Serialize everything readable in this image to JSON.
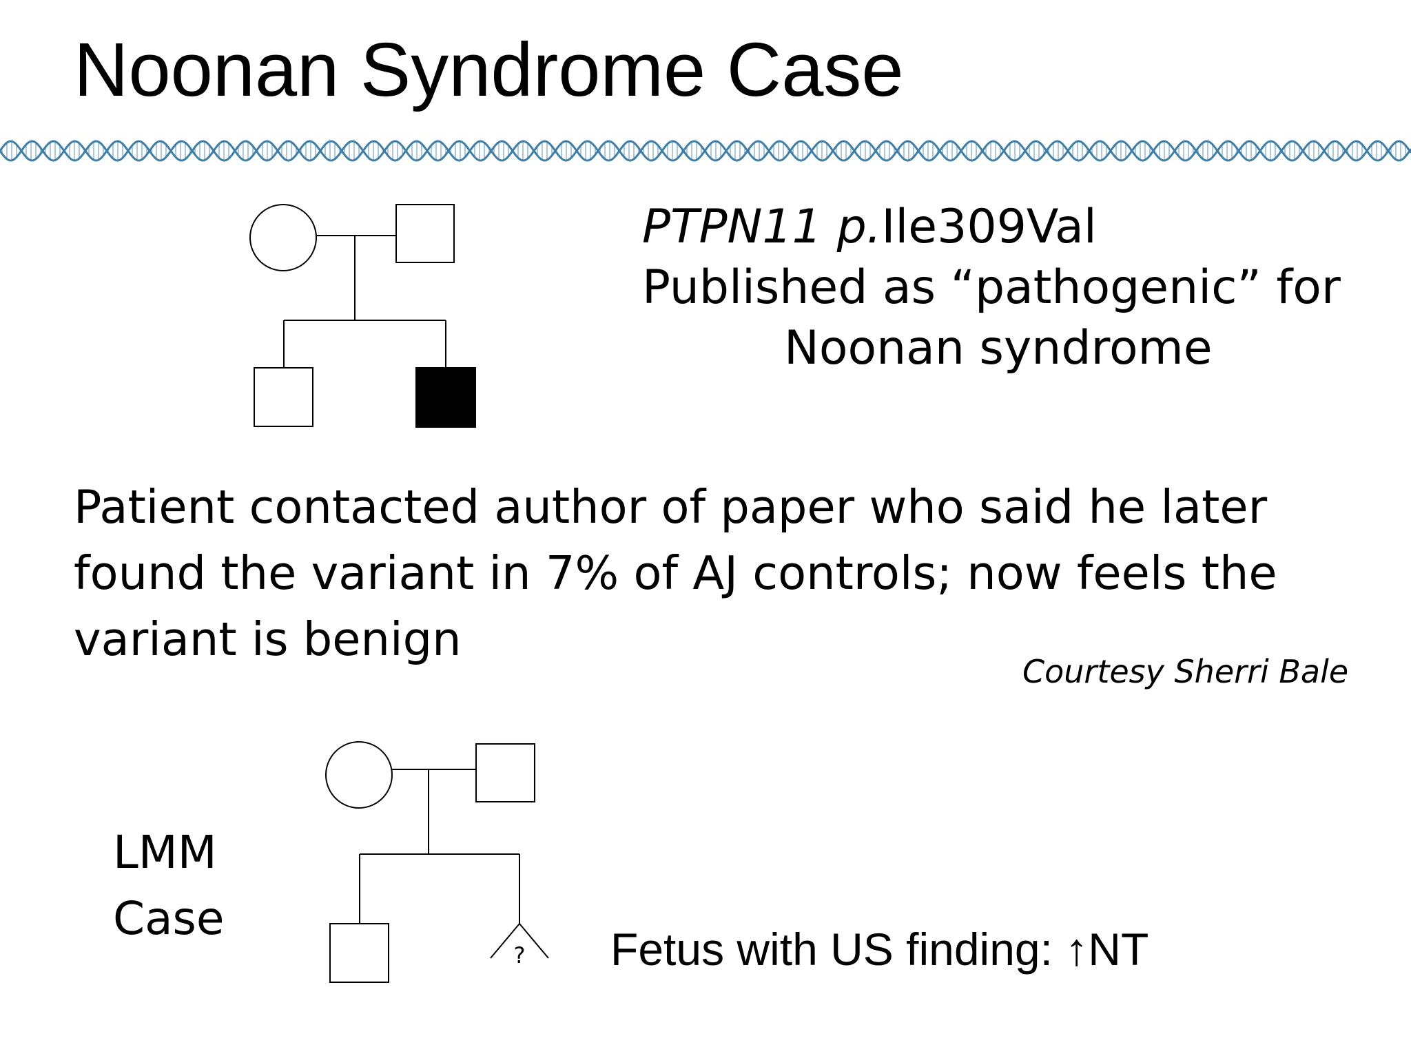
{
  "slide": {
    "title": "Noonan Syndrome Case"
  },
  "variant": {
    "gene": "PTPN11",
    "protein_prefix": "p.",
    "protein_change": "Ile309Val",
    "line2": "Published as “pathogenic” for",
    "line3": "Noonan syndrome"
  },
  "story": {
    "line1": "Patient contacted author of paper who said he later",
    "line2": "found the variant in 7% of AJ controls; now feels the",
    "line3": "variant is benign"
  },
  "credit": "Courtesy Sherri Bale",
  "lmm_case": {
    "line1": "LMM",
    "line2": "Case"
  },
  "fetus_note": "Fetus with US finding: ↑NT",
  "pedigree_lmm": {
    "fetus_mark": "?"
  },
  "colors": {
    "dna_band": "#3d7fa8",
    "affected_fill": "#000000",
    "stroke": "#000000"
  }
}
